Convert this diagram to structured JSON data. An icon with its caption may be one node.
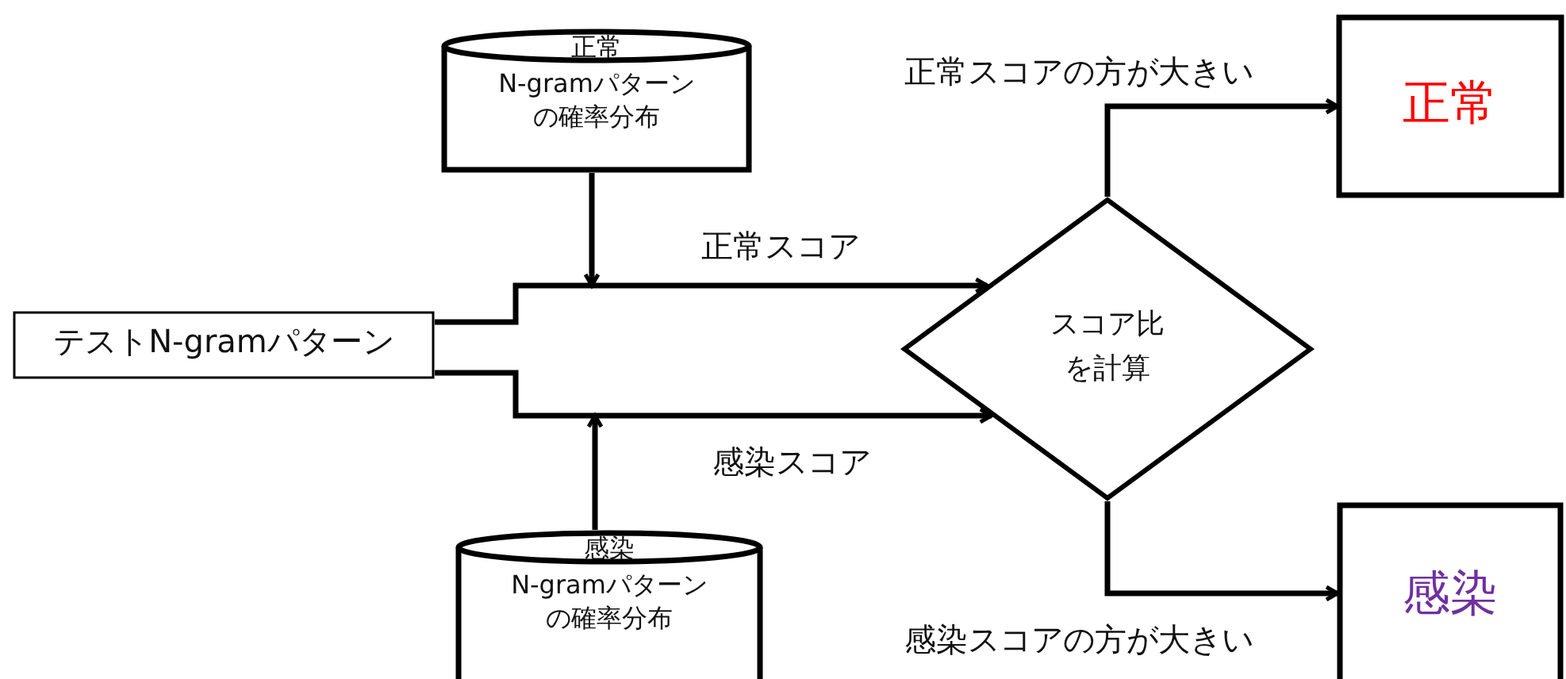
{
  "diagram": {
    "nodes": [
      {
        "text": [
          "正常",
          "N-gramパターンの確率分布"
        ]
      },
      {
        "text": [
          "テストN-gramパターン"
        ]
      },
      {
        "text": [
          "感染",
          "N-gramパターンの確率分布"
        ]
      },
      {
        "text": [
          "スコア比を計算"
        ]
      },
      {
        "text": [
          "正常"
        ]
      },
      {
        "text": [
          "感染"
        ]
      }
    ],
    "edges": [
      {
        "from": 1,
        "to": 3,
        "arrow": "to",
        "label": "正常スコア"
      },
      {
        "from": 1,
        "to": 3,
        "arrow": "to",
        "label": "感染スコア"
      },
      {
        "from": 0,
        "to": null,
        "arrow": "to"
      },
      {
        "from": 2,
        "to": null,
        "arrow": "to"
      },
      {
        "from": 3,
        "to": 4,
        "arrow": "to",
        "label": "正常スコアの方が大きい"
      },
      {
        "from": 3,
        "to": 5,
        "arrow": "to",
        "label": "感染スコアの方が大きい"
      }
    ]
  }
}
